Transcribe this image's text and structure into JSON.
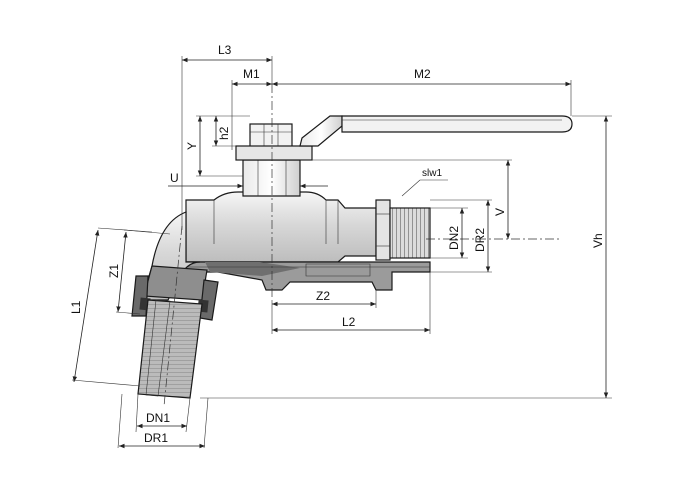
{
  "labels": {
    "L3": "L3",
    "M1": "M1",
    "M2": "M2",
    "Y": "Y",
    "h2": "h2",
    "U": "U",
    "slw1": "slw1",
    "V": "V",
    "DN2": "DN2",
    "DR2": "DR2",
    "Vh": "Vh",
    "Z1": "Z1",
    "L1": "L1",
    "Z2": "Z2",
    "L2": "L2",
    "DN1": "DN1",
    "DR1": "DR1"
  },
  "colors": {
    "line": "#1a1a1a",
    "body_light": "#eeeeee",
    "body_mid": "#cfcfcf",
    "section_dark": "#7a7a7a",
    "section_mid": "#a9a9a9",
    "handle": "#f2f2f2"
  }
}
